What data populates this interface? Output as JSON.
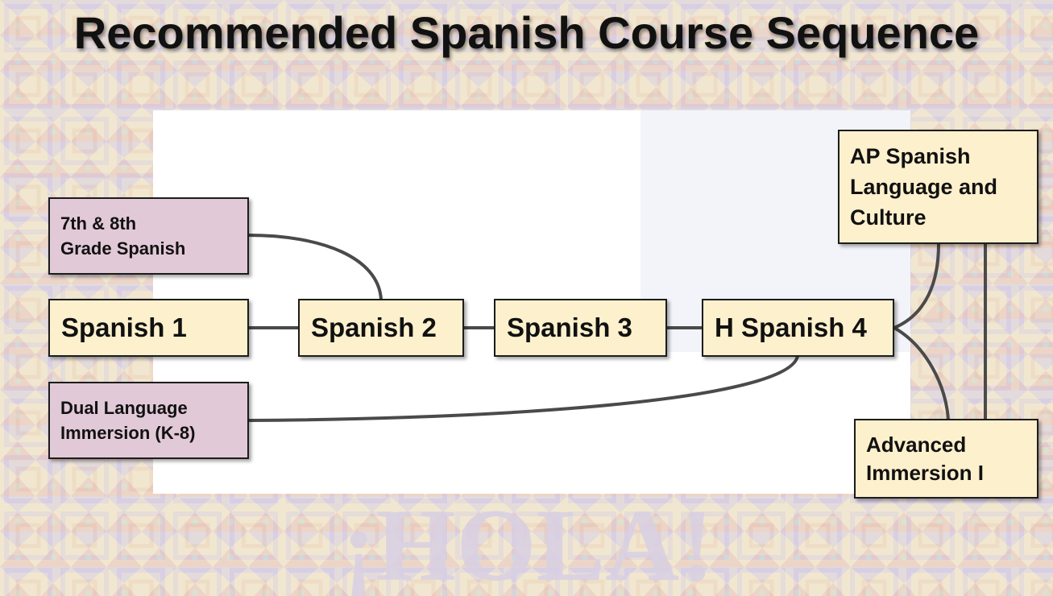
{
  "title": "Recommended Spanish Course Sequence",
  "watermark": "¡HOLA!",
  "colors": {
    "course_box": "#fdf0cd",
    "entry_box": "#e2c9d7",
    "connector": "#4a4a4a",
    "frame_pattern": "#e8d9a8"
  },
  "nodes": {
    "grade78": "7th & 8th\nGrade Spanish",
    "spanish1": "Spanish 1",
    "dual": "Dual Language\nImmersion (K-8)",
    "spanish2": "Spanish 2",
    "spanish3": "Spanish 3",
    "hspanish4": "H Spanish 4",
    "ap": "AP Spanish\nLanguage and\nCulture",
    "adv": "Advanced\nImmersion I"
  }
}
